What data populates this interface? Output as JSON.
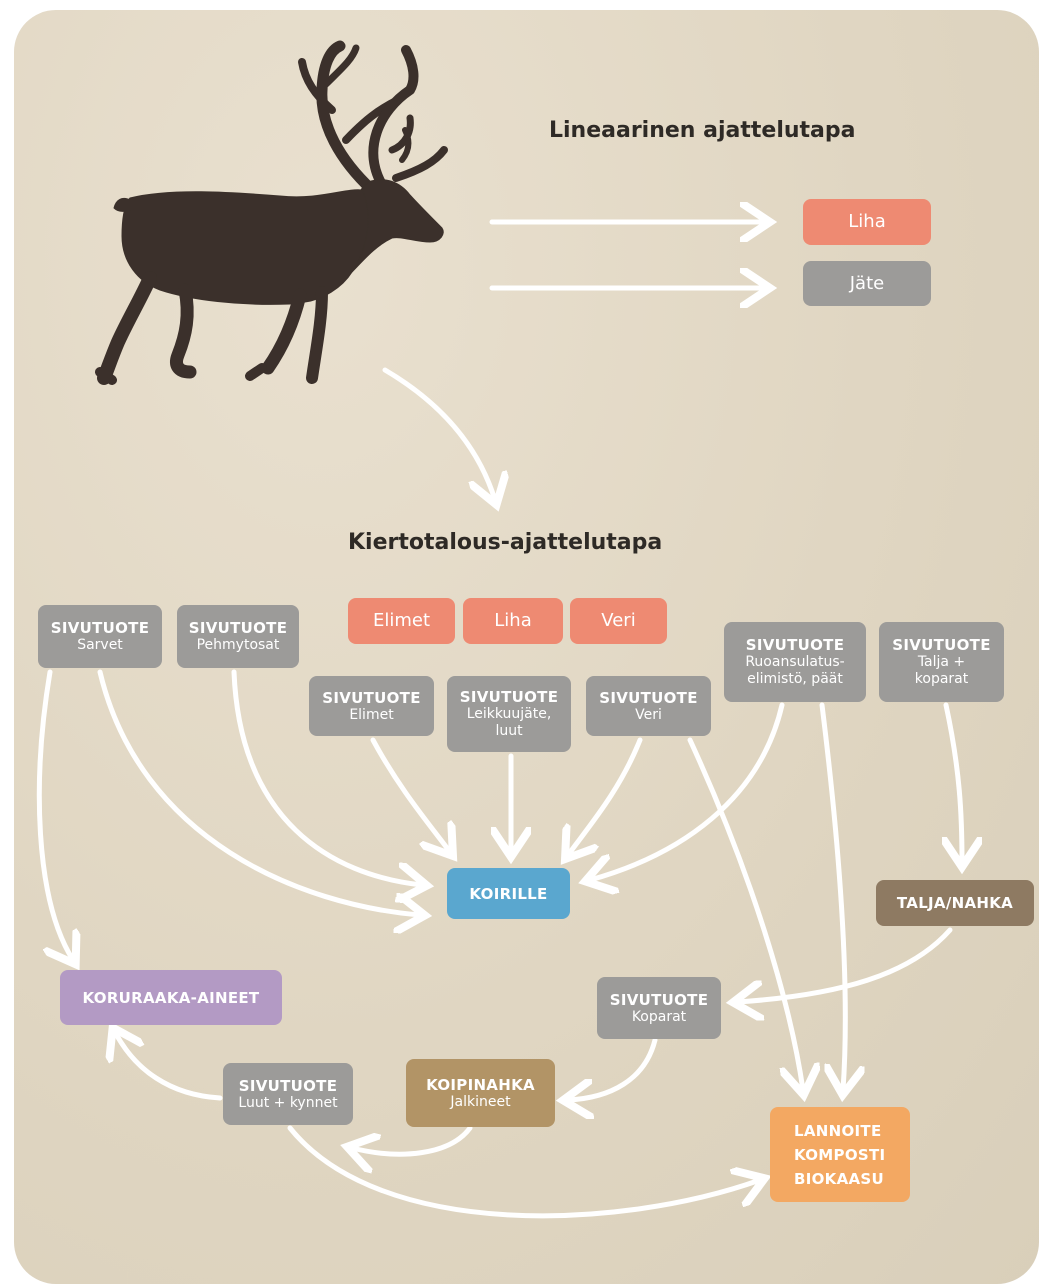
{
  "titles": {
    "linear": "Lineaarinen ajattelutapa",
    "circular": "Kiertotalous-ajattelutapa"
  },
  "linear_outputs": [
    "Liha",
    "Jäte"
  ],
  "main_products": [
    "Elimet",
    "Liha",
    "Veri"
  ],
  "byproduct_label": "SIVUTUOTE",
  "byproducts": {
    "sarvet": "Sarvet",
    "pehmytosat": "Pehmytosat",
    "elimet": "Elimet",
    "leikkuujate_1": "Leikkuujäte,",
    "leikkuujate_2": "luut",
    "veri": "Veri",
    "ruoansulatus_1": "Ruoansulatus-",
    "ruoansulatus_2": "elimistö, päät",
    "talja_1": "Talja +",
    "talja_2": "koparat",
    "koparat": "Koparat",
    "luut_kynnet": "Luut + kynnet"
  },
  "destinations": {
    "koirille": "KOIRILLE",
    "talja_nahka": "TALJA/NAHKA",
    "koruraaka": "KORURAAKA-AINEET",
    "koipinahka": "KOIPINAHKA",
    "koipinahka_sub": "Jalkineet",
    "lannoite": "LANNOITE",
    "komposti": "KOMPOSTI",
    "biokaasu": "BIOKAASU"
  },
  "colors": {
    "background": "#e2d8c5",
    "byproduct": "#9c9b99",
    "product": "#ee8a72",
    "dogs": "#5aa7cf",
    "jewelry": "#b39ac4",
    "hide": "#8e7a62",
    "leg_hide": "#b29466",
    "fertilizer": "#f3a862",
    "arrow": "#ffffff",
    "silhouette": "#3b302b"
  },
  "icons": {
    "animal": "reindeer-silhouette"
  }
}
